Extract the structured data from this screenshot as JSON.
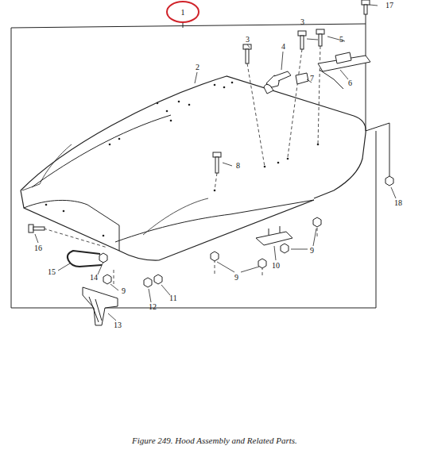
{
  "diagram": {
    "caption": "Figure 249. Hood Assembly and Related Parts.",
    "nodes": [
      {
        "text": [
          "1"
        ]
      }
    ],
    "labels": [
      "17",
      "2",
      "3",
      "4",
      "3",
      "5",
      "6",
      "7",
      "8",
      "18",
      "16",
      "15",
      "14",
      "9",
      "13",
      "12",
      "11",
      "9",
      "10",
      "9"
    ]
  }
}
